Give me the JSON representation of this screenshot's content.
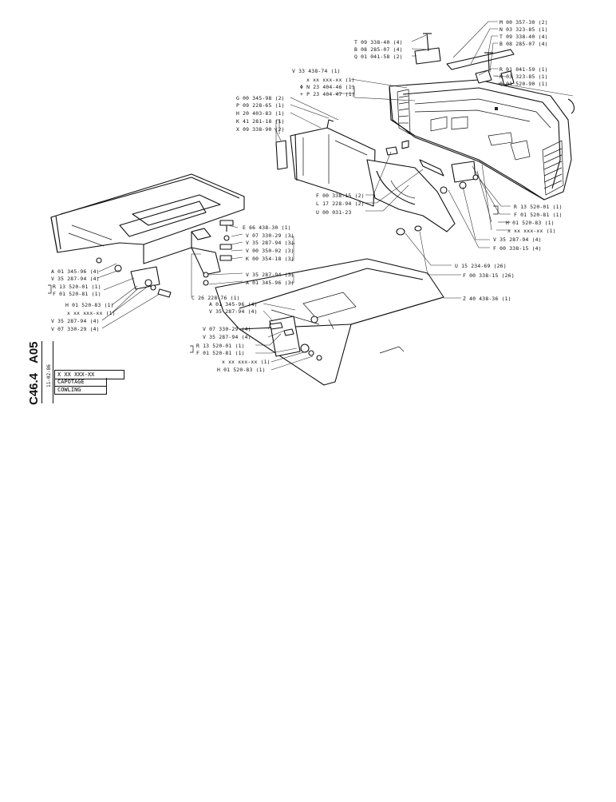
{
  "sheet": {
    "code_a": "A05",
    "code_b": "C46.4",
    "date": "11-02-86",
    "ref": "X XX XXX-XX",
    "title_fr": "CAPOTAGE",
    "title_en": "COWLING"
  },
  "labels": [
    "M 00 357-30 (2)",
    "N 03 323-85 (1)",
    "T 09 338-40 (4)",
    "B 08 285-07 (4)",
    "T 09 338-40 (4)",
    "B 08 285-07 (4)",
    "Q 01 041-58 (2)",
    "R 01 041-59 (1)",
    "N 03 323-85 (1)",
    "Q 01 520-90 (1)",
    "V 33 438-74 (1)",
    "x xx xxx-xx (1)",
    "Φ N 23 404-46 (1)",
    "+ P 23 404-47 (1)",
    "G 00 345-98 (2)",
    "P 09 228-65 (1)",
    "H 20 403-83 (1)",
    "K 41 281-18 (1)",
    "X 09 338-90 (2)",
    "F 00 338-15 (2)",
    "L 17 228-94 (2)",
    "U 00 031-23",
    "R 13 520-01 (1)",
    "F 01 520-81 (1)",
    "H 01 520-83 (1)",
    "x xx xxx-xx (1)",
    "V 35 287-94 (4)",
    "F 00 338-15 (4)",
    "E 66 438-30 (1)",
    "V 07 330-29 (3)",
    "V 35 287-94 (3)",
    "V 00 350-02 (3)",
    "K 00 354-18 (3)",
    "V 35 287-94 (3)",
    "A 01 345-96 (3)",
    "U 15 234-69 (26)",
    "F 00 338-15 (26)",
    "A 01 345-96 (4)",
    "V 35 287-94 (4)",
    "R 13 520-01 (1)",
    "F 01 520-81 (1)",
    "H 01 520-83 (1)",
    "x xx xxx-xx (1)",
    "V 35 287-94 (4)",
    "V 07 330-29 (4)",
    "C 26 228-76 (1)",
    "A 01 345-96 (4)",
    "V 35 287-94 (4)",
    "Z 40 438-36 (1)",
    "V 07 330-29 (4)",
    "V 35 287-94 (4)",
    "R 13 520-01 (1)",
    "F 01 520-81 (1)",
    "x xx xxx-xx (1)",
    "H 01 520-83 (1)"
  ]
}
